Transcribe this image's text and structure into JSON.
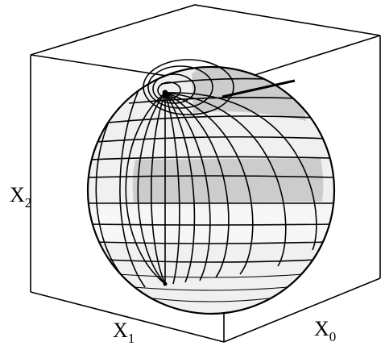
{
  "labels": {
    "x0": {
      "base": "X",
      "sub": "0"
    },
    "x1": {
      "base": "X",
      "sub": "1"
    },
    "x2": {
      "base": "X",
      "sub": "2"
    }
  },
  "colors": {
    "background": "#ffffff",
    "line": "#000000",
    "sphere_light": "#f0f0f0",
    "patch_dark": "#cccccc"
  }
}
